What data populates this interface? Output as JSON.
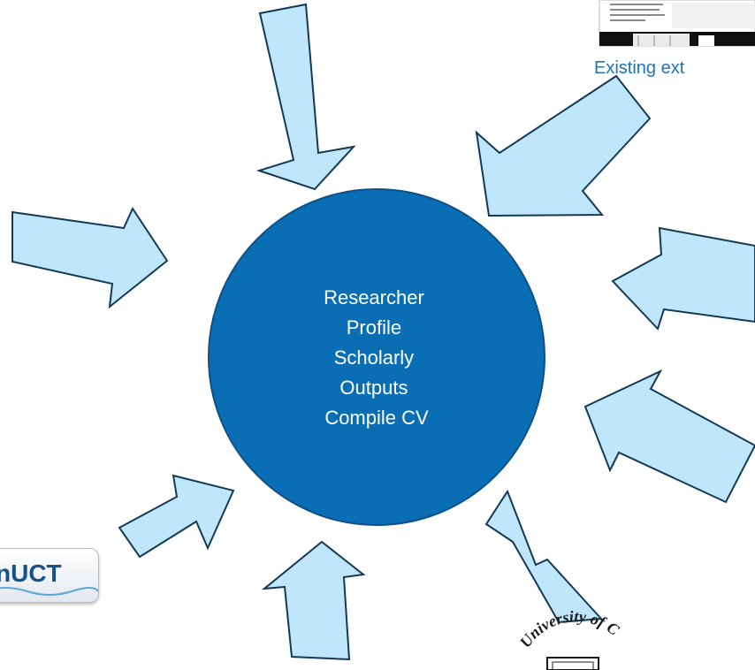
{
  "hub": {
    "lines": [
      "Researcher",
      "Profile",
      "Scholarly",
      "Outputs",
      "Compile CV"
    ],
    "fill_color": "#0a6eb5",
    "text_color": "#ffffff"
  },
  "arrow_style": {
    "fill": "#bfe6fb",
    "stroke": "#123a56"
  },
  "external_source": {
    "caption": "Existing ext"
  },
  "logos": {
    "open_uct": {
      "text": "nUCT"
    },
    "uct_seal": {
      "text": "University of Cape Town"
    }
  }
}
